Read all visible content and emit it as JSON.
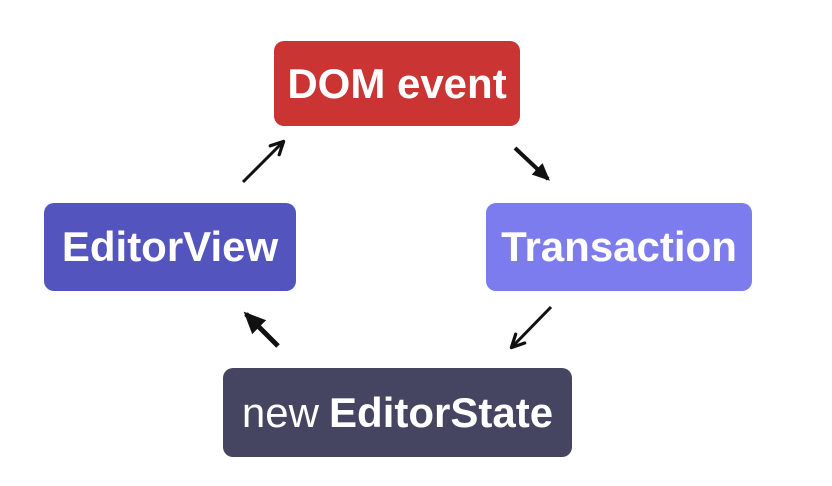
{
  "diagram": {
    "background": "#ffffff",
    "arrow_color": "#111111",
    "nodes": [
      {
        "id": "dom-event",
        "label": "DOM event",
        "fill": "#ca3433",
        "text_color": "#ffffff"
      },
      {
        "id": "transaction",
        "label": "Transaction",
        "fill": "#7c7cee",
        "text_color": "#ffffff"
      },
      {
        "id": "new-editor-state",
        "label_prefix": "new",
        "label": "EditorState",
        "fill": "#454561",
        "text_color": "#ffffff"
      },
      {
        "id": "editor-view",
        "label": "EditorView",
        "fill": "#5454be",
        "text_color": "#ffffff"
      }
    ],
    "edges": [
      {
        "from": "EditorView",
        "to": "DOM event",
        "direction": "up-right",
        "style": "thin line, open V head"
      },
      {
        "from": "DOM event",
        "to": "Transaction",
        "direction": "down-right",
        "style": "medium line, filled head"
      },
      {
        "from": "Transaction",
        "to": "new EditorState",
        "direction": "down-left",
        "style": "thin line, open V head"
      },
      {
        "from": "new EditorState",
        "to": "EditorView",
        "direction": "up-left",
        "style": "thick line, filled head"
      }
    ]
  }
}
